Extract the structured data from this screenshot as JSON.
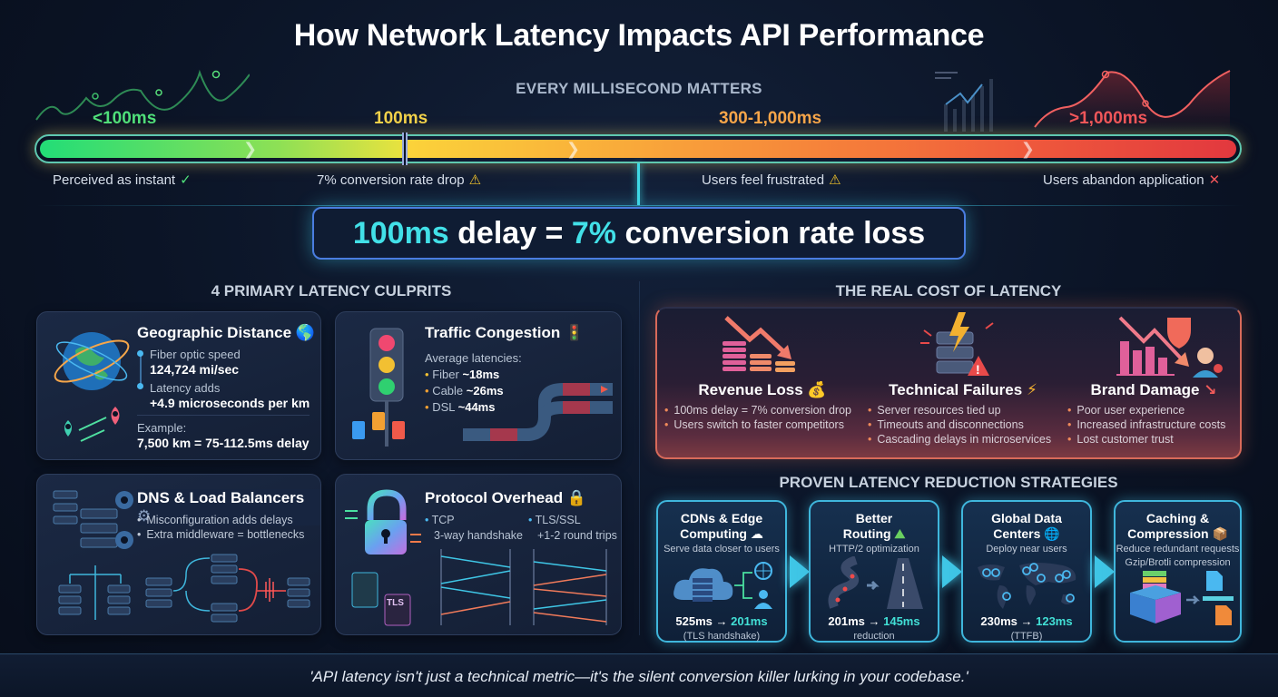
{
  "header": {
    "title": "How Network Latency Impacts API Performance",
    "subtitle": "EVERY MILLISECOND MATTERS"
  },
  "latency_scale": {
    "ranges": [
      {
        "label": "<100ms",
        "effect": "Perceived as instant",
        "icon": "check-icon",
        "glyph": "✓",
        "color": "#4fe07a"
      },
      {
        "label": "100ms",
        "effect": "7% conversion rate drop",
        "icon": "warning-icon",
        "glyph": "⚠",
        "color": "#f2d24a"
      },
      {
        "label": "300-1,000ms",
        "effect": "Users feel frustrated",
        "icon": "warning-icon",
        "glyph": "⚠",
        "color": "#f7a64a"
      },
      {
        "label": ">1,000ms",
        "effect": "Users abandon application",
        "icon": "x-icon",
        "glyph": "✕",
        "color": "#f0565a"
      }
    ]
  },
  "banner": {
    "part1": "100ms",
    "part2": " delay = ",
    "part3": "7%",
    "part4": " conversion rate loss"
  },
  "culprits": {
    "heading": "4 PRIMARY LATENCY CULPRITS",
    "geographic": {
      "title": "Geographic Distance",
      "title_icon": "🌎",
      "item1_label": "Fiber optic speed",
      "item1_value": "124,724 mi/sec",
      "item2_label": "Latency adds",
      "item2_value": "+4.9 microseconds per km",
      "example_label": "Example:",
      "example_value": "7,500 km = 75-112.5ms delay"
    },
    "traffic": {
      "title": "Traffic Congestion",
      "title_icon": "🚦",
      "intro": "Average latencies:",
      "items": [
        {
          "name": "Fiber",
          "value": "~18ms"
        },
        {
          "name": "Cable",
          "value": "~26ms"
        },
        {
          "name": "DSL",
          "value": "~44ms"
        }
      ]
    },
    "dns": {
      "title": "DNS & Load Balancers",
      "title_icon": "⚙",
      "items": [
        "Misconfiguration adds delays",
        "Extra middleware = bottlenecks"
      ]
    },
    "protocol": {
      "title": "Protocol Overhead",
      "title_icon": "🔒",
      "col1_title": "TCP",
      "col1_sub": "3-way handshake",
      "col2_title": "TLS/SSL",
      "col2_sub": "+1-2 round trips",
      "doc_label": "TLS"
    }
  },
  "cost": {
    "heading": "THE REAL COST OF LATENCY",
    "columns": [
      {
        "title": "Revenue Loss",
        "icon": "💰",
        "items": [
          "100ms delay = 7% conversion drop",
          "Users switch to faster competitors"
        ]
      },
      {
        "title": "Technical Failures",
        "icon": "⚡",
        "items": [
          "Server resources tied up",
          "Timeouts and disconnections",
          "Cascading delays in microservices"
        ]
      },
      {
        "title": "Brand Damage",
        "icon": "↘",
        "items": [
          "Poor user experience",
          "Increased infrastructure costs",
          "Lost customer trust"
        ]
      }
    ]
  },
  "strategies": {
    "heading": "PROVEN LATENCY REDUCTION STRATEGIES",
    "items": [
      {
        "title1": "CDNs & Edge",
        "title2": "Computing",
        "icon": "☁",
        "sub1": "Serve data closer to users",
        "sub2": "",
        "from": "525ms",
        "to": "201ms",
        "note": "(TLS handshake)"
      },
      {
        "title1": "Better",
        "title2": "Routing",
        "icon": "⛰",
        "sub1": "HTTP/2 optimization",
        "sub2": "",
        "from": "201ms",
        "to": "145ms",
        "note": "reduction"
      },
      {
        "title1": "Global Data",
        "title2": "Centers",
        "icon": "🌐",
        "sub1": "Deploy near users",
        "sub2": "",
        "from": "230ms",
        "to": "123ms",
        "note": "(TTFB)"
      },
      {
        "title1": "Caching &",
        "title2": "Compression",
        "icon": "📦",
        "sub1": "Reduce redundant requests",
        "sub2": "Gzip/Brotli compression",
        "from": "",
        "to": "",
        "note": ""
      }
    ],
    "arrow_glyph": "→"
  },
  "footer": {
    "quote": "'API latency isn't just a technical metric—it's the silent conversion killer lurking in your codebase.'"
  }
}
